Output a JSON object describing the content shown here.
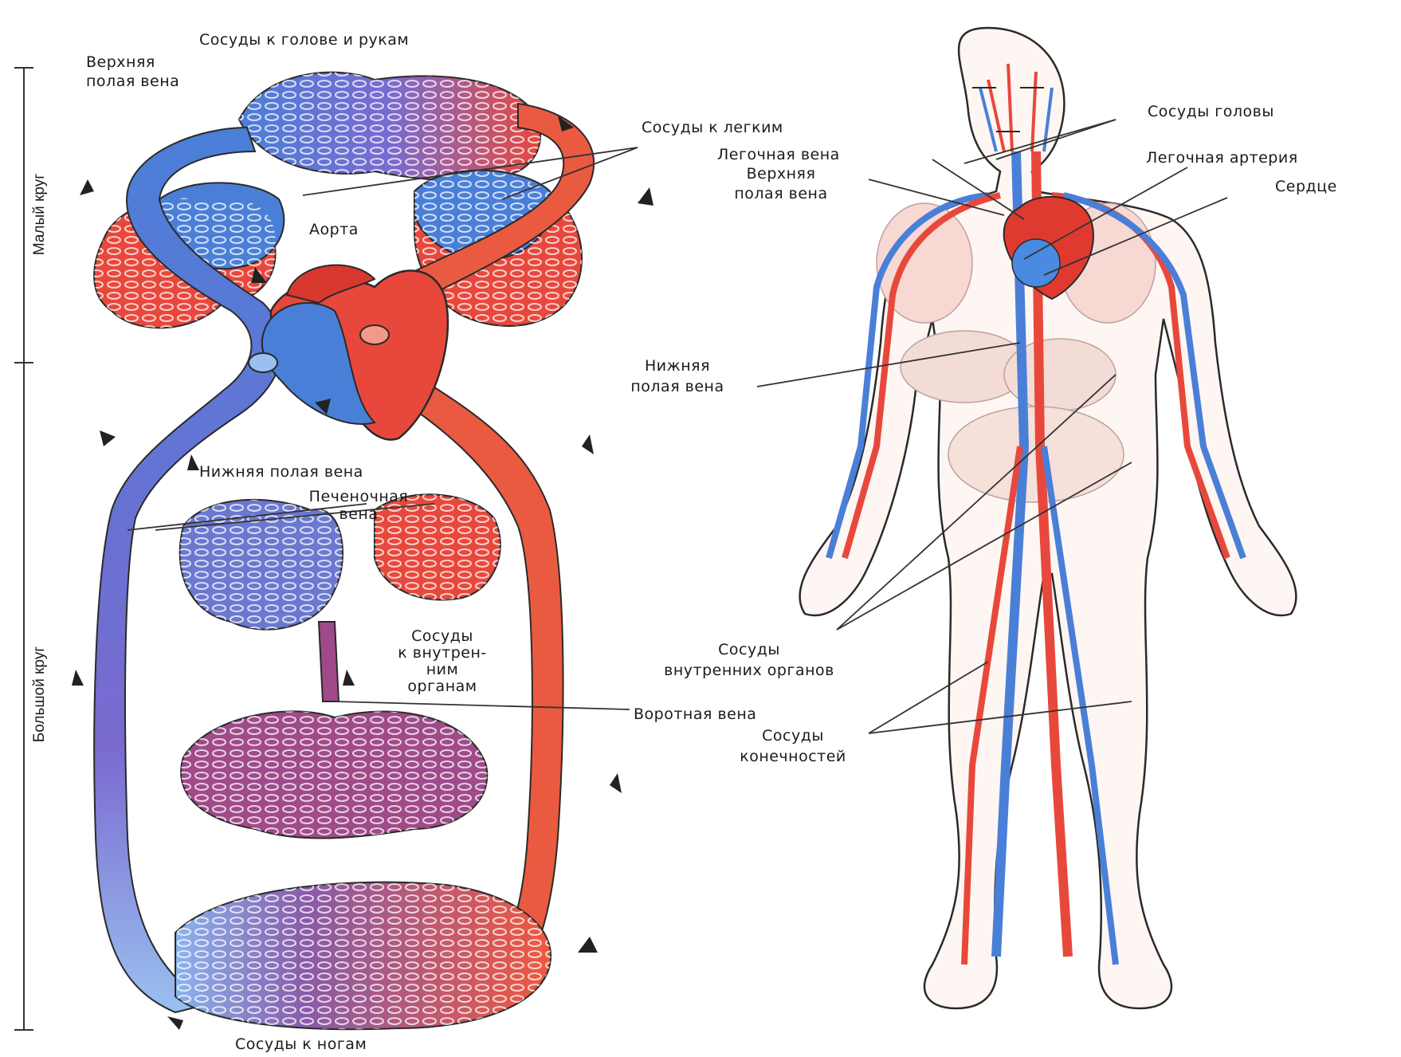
{
  "labels": {
    "vessels_head_arms": "Сосуды к голове и рукам",
    "superior_vena_cava_left": "Верхняя\nполая вена",
    "vessels_lungs": "Сосуды к легким",
    "aorta": "Аорта",
    "inferior_vena_cava_left": "Нижняя полая вена",
    "hepatic_vein": "Печеночная\nвена",
    "vessels_internal_organs_left": "Сосуды\nк внутрен-\nним\nорганам",
    "portal_vein": "Воротная вена",
    "vessels_legs": "Сосуды к ногам",
    "small_circle": "Малый круг",
    "large_circle": "Большой круг",
    "head_vessels": "Сосуды головы",
    "pulmonary_vein": "Легочная вена",
    "superior_vena_cava_right": "Верхняя\nполая вена",
    "pulmonary_artery": "Легочная артерия",
    "heart": "Сердце",
    "inferior_vena_cava_right": "Нижняя\nполая вена",
    "vessels_internal_organs_right": "Сосуды\nвнутренних органов",
    "vessels_limbs": "Сосуды\nконечностей"
  },
  "colors": {
    "artery": "#e8483c",
    "vein": "#4a7fd8",
    "mixed": "#a04a8a",
    "outline": "#2a2a2a"
  }
}
